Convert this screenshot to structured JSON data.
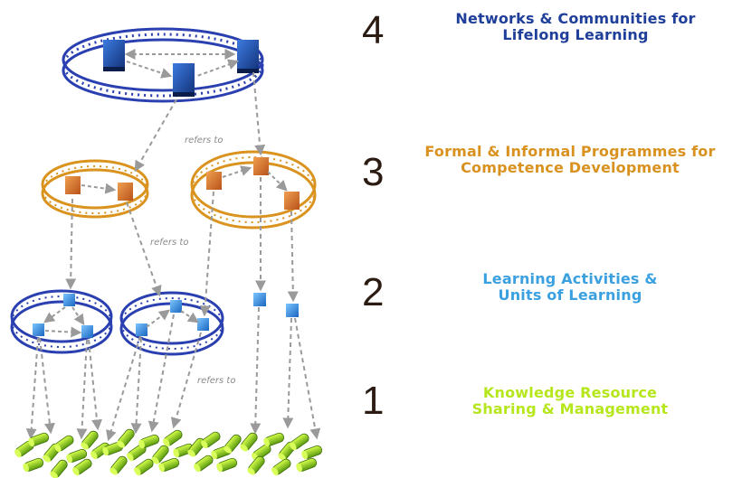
{
  "layers": [
    {
      "number": "4",
      "line1": "Networks & Communities for",
      "line2": "Lifelong Learning",
      "color": "#1f3f9a"
    },
    {
      "number": "3",
      "line1": "Formal & Informal Programmes for",
      "line2": "Competence Development",
      "color": "#d9921f"
    },
    {
      "number": "2",
      "line1": "Learning Activities &",
      "line2": "Units of Learning",
      "color": "#3aa0e0"
    },
    {
      "number": "1",
      "line1": "Knowledge Resource",
      "line2": "Sharing &  Management",
      "color": "#b6e61c"
    }
  ],
  "annotations": {
    "refers_to_1": "refers to",
    "refers_to_2": "refers to",
    "refers_to_3": "refers to"
  },
  "colors": {
    "ring_blue": "#2a3fb0",
    "ring_orange": "#d9931e",
    "cube_dark_blue": "#1b4fa8",
    "cube_orange": "#e07a22",
    "cube_light_blue": "#2d8fe0",
    "resource_green": "#a6e21a",
    "arrow_gray": "#9a9a9a"
  }
}
